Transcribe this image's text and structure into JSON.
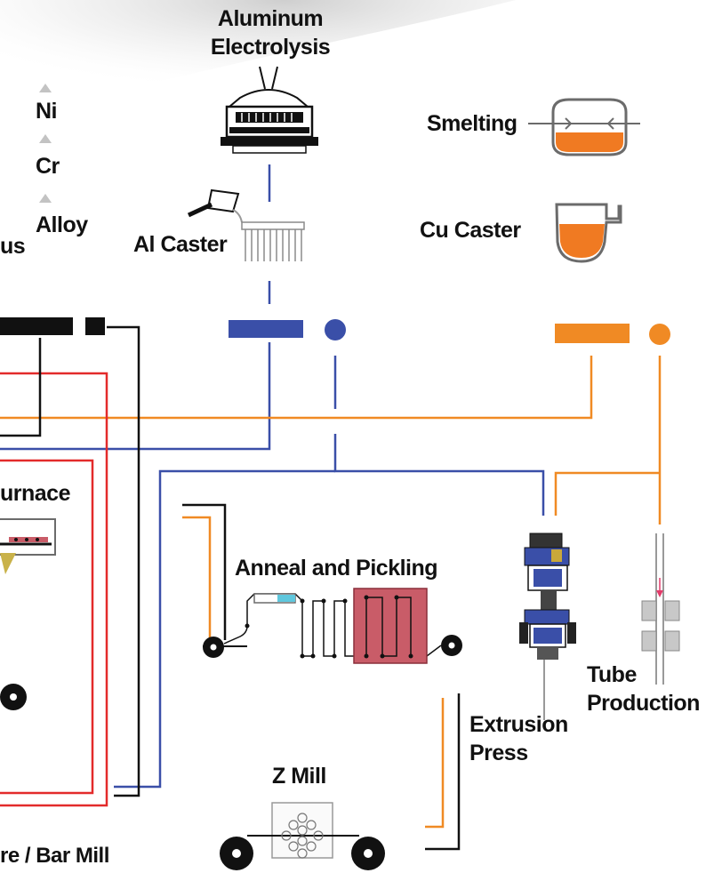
{
  "labels": {
    "aluminum_electrolysis": [
      "Aluminum",
      "Electrolysis"
    ],
    "smelting": "Smelting",
    "ni": "Ni",
    "cr": "Cr",
    "alloy": "Alloy",
    "us_fragment": "us",
    "al_caster": "Al Caster",
    "cu_caster": "Cu Caster",
    "furnace_fragment": "urnace",
    "anneal_and_pickling": "Anneal and Pickling",
    "extrusion_press": [
      "Extrusion",
      "Press"
    ],
    "tube_production": [
      "Tube",
      "Production"
    ],
    "z_mill": "Z Mill",
    "wire_bar_mill_fragment": "re / Bar Mill"
  },
  "colors": {
    "aluminum_line": "#3a4fa8",
    "copper_line": "#f08a24",
    "alloy_line": "#e32b2b",
    "black_line": "#111111",
    "molten_copper": "#f07a22",
    "pickling_tank": "#c95c68",
    "icon_gray": "#6b6b6b"
  },
  "icons": {
    "electrolysis_cell": "electrolysis-cell-icon",
    "smelting_vessel": "smelting-vessel-icon",
    "copper_ladle": "copper-ladle-icon",
    "al_caster_mold": "caster-mold-icon",
    "extrusion_press": "extrusion-press-icon",
    "tube_drawing": "tube-drawing-icon",
    "z_mill": "z-mill-icon"
  }
}
